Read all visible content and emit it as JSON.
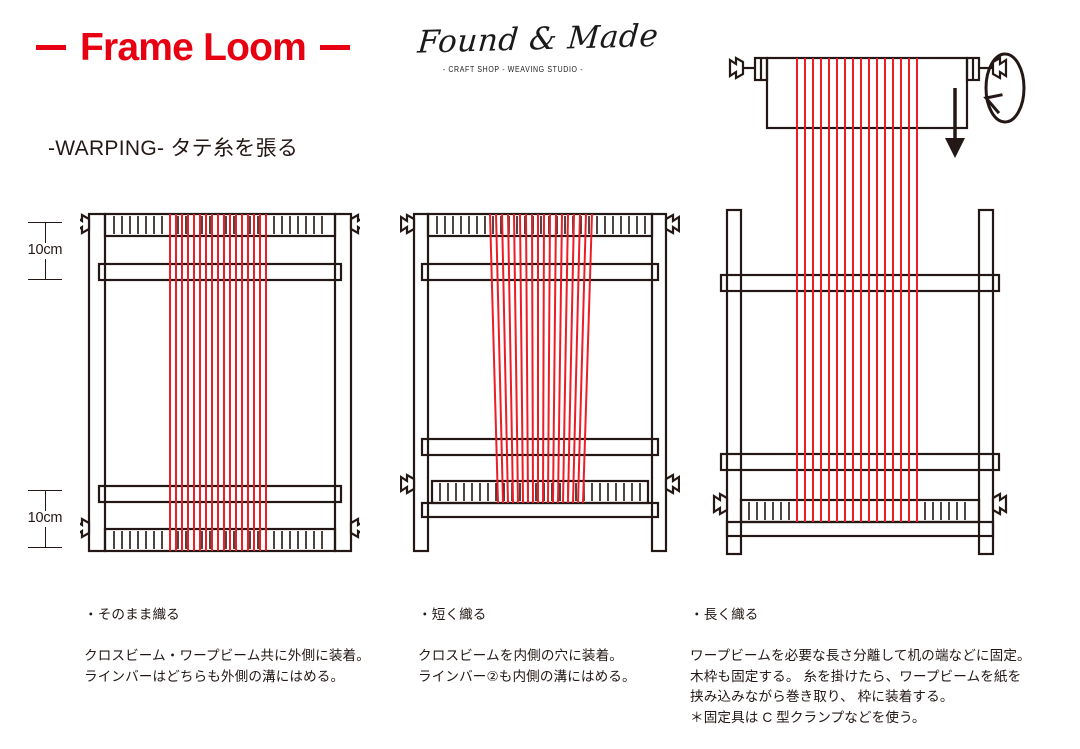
{
  "header": {
    "title": "Frame Loom",
    "rule_left": "—",
    "rule_right": "—",
    "brand_name": "Found & Made",
    "brand_tagline": "- CRAFT SHOP - WEAVING STUDIO -",
    "section_label": "-WARPING- タテ糸を張る"
  },
  "colors": {
    "warp_thread": "#ee1c25",
    "title_red": "#e60012",
    "ink": "#231815",
    "background": "#ffffff"
  },
  "scales": [
    {
      "label": "10cm"
    },
    {
      "label": "10cm"
    }
  ],
  "diagrams": [
    {
      "name": "loom-standard",
      "caption_head": "・そのまま織る",
      "caption_body": "クロスビーム・ワープビーム共に外側に装着。\nラインバーはどちらも外側の溝にはめる。"
    },
    {
      "name": "loom-short",
      "caption_head": "・短く織る",
      "caption_body": "クロスビームを内側の穴に装着。\nラインバー②も内側の溝にはめる。"
    },
    {
      "name": "loom-long",
      "caption_head": "・長く織る",
      "caption_body": "ワープビームを必要な長さ分離して机の端などに固定。\n木枠も固定する。 糸を掛けたら、ワープビームを紙を\n挟み込みながら巻き取り、 枠に装着する。\n＊固定具は C 型クランプなどを使う。"
    }
  ],
  "annotations": {
    "rotation_arrow": "rotate-arrow-icon",
    "down_arrow": "down-arrow-icon"
  }
}
